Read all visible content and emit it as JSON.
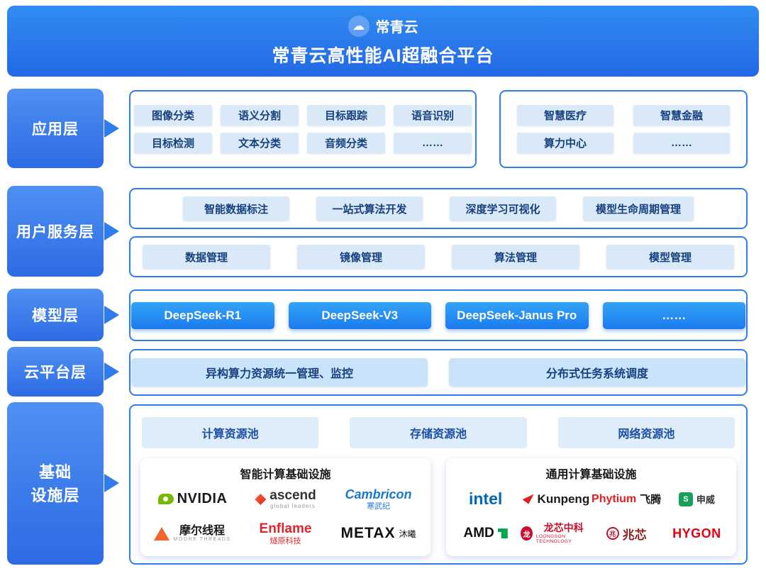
{
  "header": {
    "brand": "常青云",
    "title": "常青云高性能AI超融合平台"
  },
  "layers": {
    "app": "应用层",
    "service": "用户服务层",
    "model": "模型层",
    "cloud": "云平台层",
    "infra": "基础\n设施层"
  },
  "application": {
    "left": [
      "图像分类",
      "语义分割",
      "目标跟踪",
      "语音识别",
      "目标检测",
      "文本分类",
      "音频分类",
      "……"
    ],
    "right": [
      "智慧医疗",
      "智慧金融",
      "算力中心",
      "……"
    ]
  },
  "service": {
    "row1": [
      "智能数据标注",
      "一站式算法开发",
      "深度学习可视化",
      "模型生命周期管理"
    ],
    "row2": [
      "数据管理",
      "镜像管理",
      "算法管理",
      "模型管理"
    ]
  },
  "models": [
    "DeepSeek-R1",
    "DeepSeek-V3",
    "DeepSeek-Janus Pro",
    "……"
  ],
  "cloud_platform": [
    "异构算力资源统一管理、监控",
    "分布式任务系统调度"
  ],
  "infra": {
    "pools": [
      "计算资源池",
      "存储资源池",
      "网络资源池"
    ],
    "intelligent_title": "智能计算基础设施",
    "general_title": "通用计算基础设施",
    "logos": {
      "nvidia": {
        "name": "NVIDIA"
      },
      "ascend": {
        "name": "ascend",
        "sub": "global leaders"
      },
      "cambricon": {
        "name": "Cambricon",
        "sub": "寒武纪"
      },
      "moore": {
        "name": "摩尔线程",
        "sub": "MOORE THREADS"
      },
      "enflame": {
        "name": "Enflame",
        "sub": "燧原科技"
      },
      "metax": {
        "name": "METAX",
        "sub": "沐曦"
      },
      "intel": {
        "name": "intel"
      },
      "kunpeng": {
        "name": "Kunpeng"
      },
      "phytium": {
        "name": "Phytium",
        "sub": "飞腾"
      },
      "sunway": {
        "name": "申威",
        "badge": "S"
      },
      "amd": {
        "name": "AMD"
      },
      "loongson": {
        "name": "龙芯中科",
        "sub": "LOONGSON TECHNOLOGY",
        "badge": "龙"
      },
      "zhaoxin": {
        "name": "兆芯",
        "badge": "兆"
      },
      "hygon": {
        "name": "HYGON"
      }
    }
  },
  "colors": {
    "header_blue": "#2B7BEC",
    "layer_blue": "#3D7EEA",
    "border_blue": "#2E7CEE",
    "chip_bg": "#D9E9F8",
    "chip_text": "#16407E",
    "model_button_blue": "#1E8CF0",
    "cloud_button_bg": "#C9E3FA",
    "pool_bg": "#DFECF9"
  }
}
